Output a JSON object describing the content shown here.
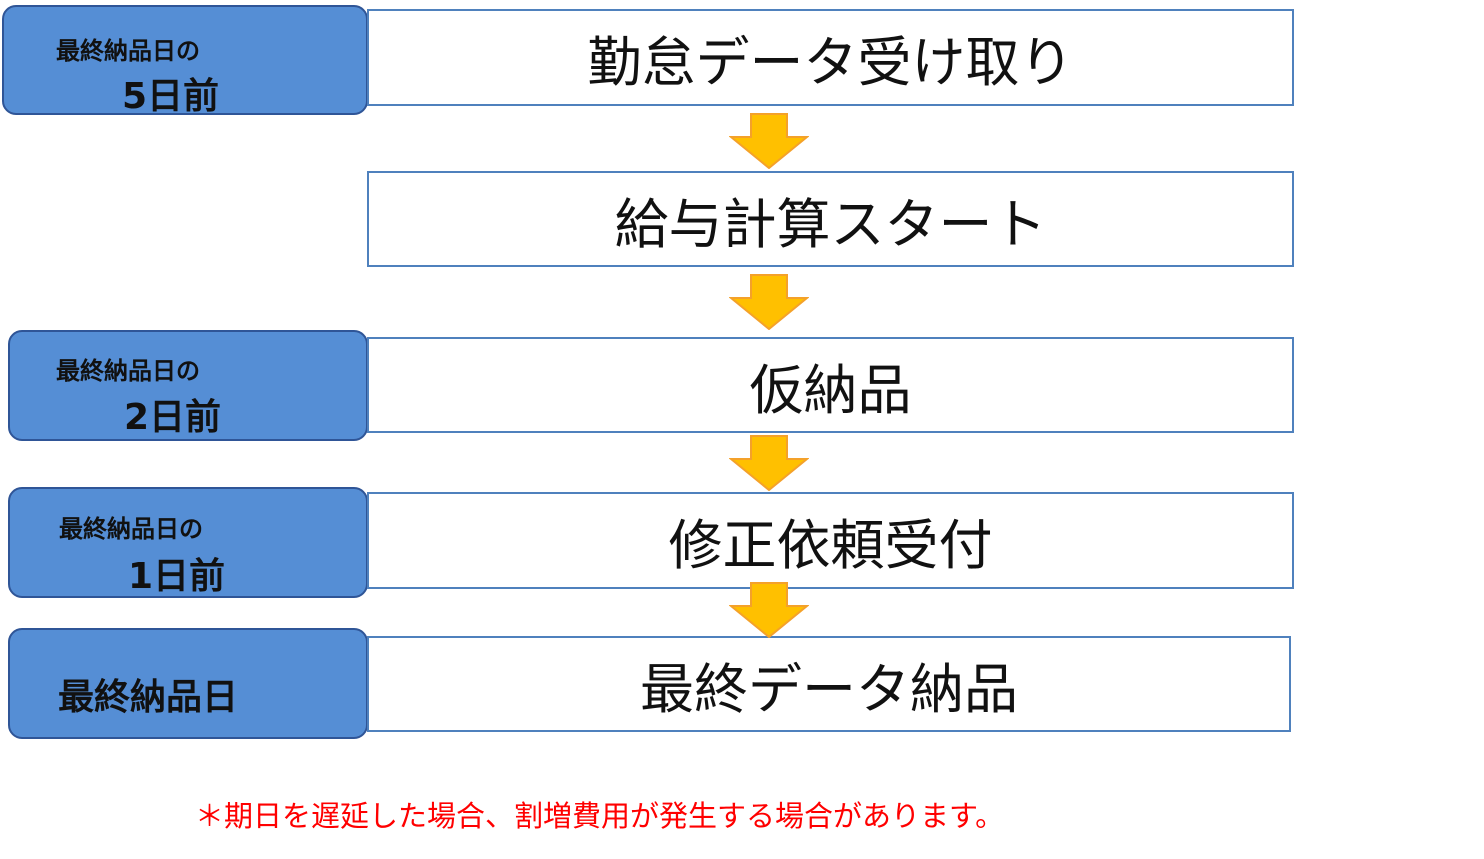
{
  "badges": [
    {
      "line1": "最終納品日の",
      "line2": "5日前"
    },
    {
      "line1": "最終納品日の",
      "line2": "2日前"
    },
    {
      "line1": "最終納品日の",
      "line2": "1日前"
    },
    {
      "line1": "最終納品日"
    }
  ],
  "steps": [
    "勤怠データ受け取り",
    "給与計算スタート",
    "仮納品",
    "修正依頼受付",
    "最終データ納品"
  ],
  "note": "＊期日を遅延した場合、割増費用が発生する場合があります。",
  "colors": {
    "badge_fill": "#558ed5",
    "badge_border": "#2f5597",
    "step_border": "#4f81bd",
    "arrow_fill": "#ffc000",
    "arrow_stroke": "#f4a12a",
    "note": "#ff0000"
  }
}
